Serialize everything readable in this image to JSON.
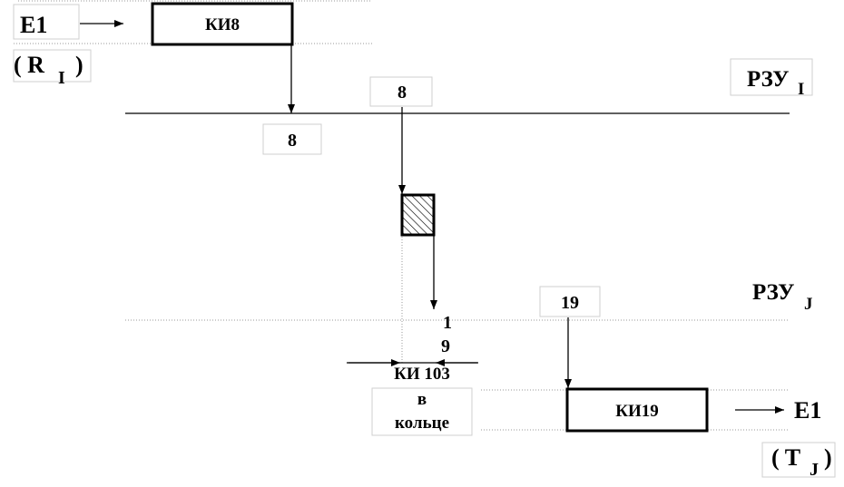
{
  "labels": {
    "input_signal": "Е1",
    "r_open": "( R",
    "r_sub": "I",
    "r_close": ")",
    "block_top": "КИ8",
    "value_top_upper": "8",
    "value_top_lower": "8",
    "rzu_i_main": "РЗУ",
    "rzu_i_sub": "I",
    "rzu_j_main": "РЗУ",
    "rzu_j_sub": "J",
    "value_19": "19",
    "digit_1": "1",
    "digit_9": "9",
    "ki103": "КИ 103",
    "ki103_in": "в",
    "ki103_ring": "кольце",
    "block_bottom": "КИ19",
    "output_signal": "Е1",
    "t_open": "( T",
    "t_sub": "J",
    "t_close": ")"
  }
}
